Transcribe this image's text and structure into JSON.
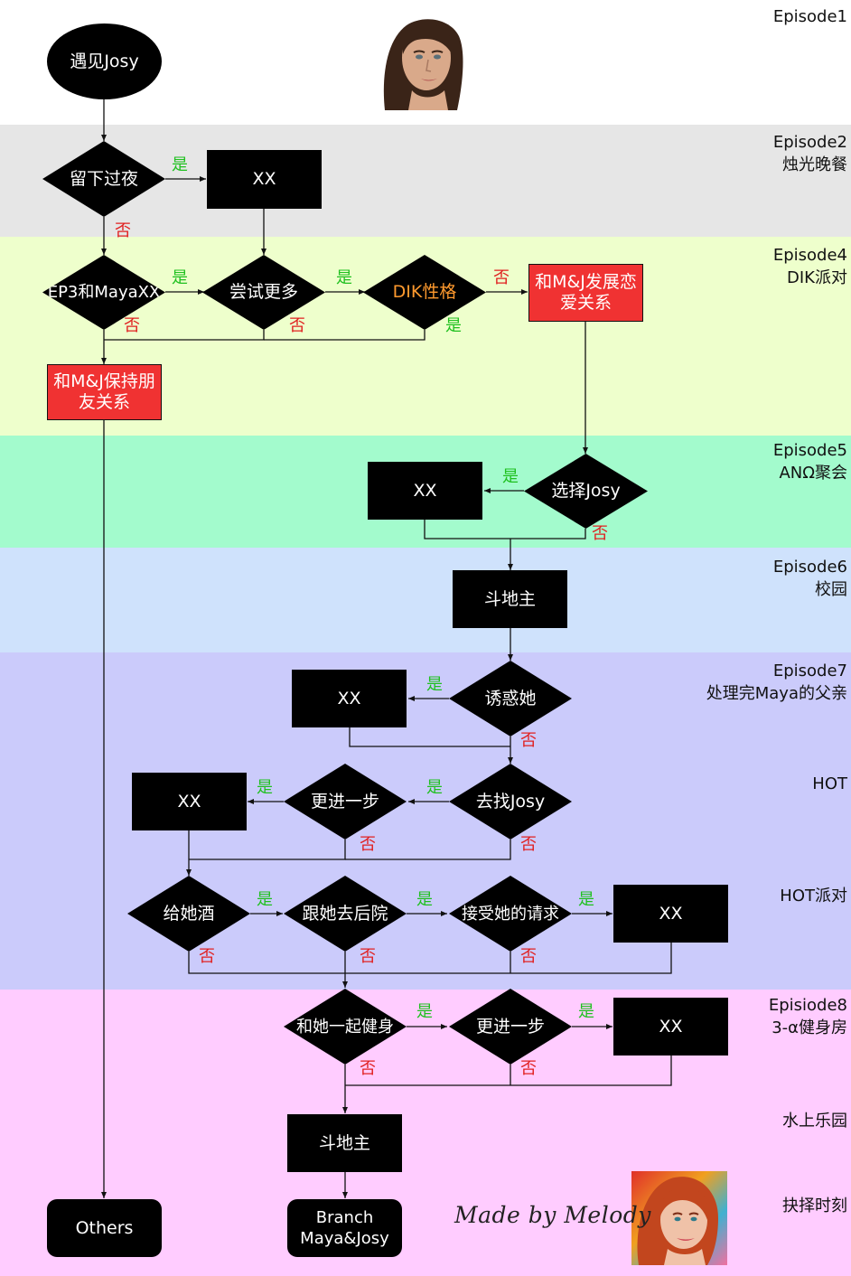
{
  "bands": [
    {
      "id": "ep1",
      "color": "#ffffff",
      "lines": [
        "Episode1"
      ]
    },
    {
      "id": "ep2",
      "color": "#e6e6e6",
      "lines": [
        "Episode2",
        "烛光晚餐"
      ]
    },
    {
      "id": "ep4",
      "color": "#eeffcc",
      "lines": [
        "Episode4",
        "DIK派对"
      ]
    },
    {
      "id": "ep5",
      "color": "#a3fbcd",
      "lines": [
        "Episode5",
        "ANΩ聚会"
      ]
    },
    {
      "id": "ep6",
      "color": "#cfe2fc",
      "lines": [
        "Episode6",
        "校园"
      ]
    },
    {
      "id": "ep7",
      "color": "#cbcbfb",
      "lines": [
        "Episode7",
        "处理完Maya的父亲"
      ]
    },
    {
      "id": "ep8",
      "color": "#ffccff",
      "lines": [
        "Episiode8",
        "3-α健身房"
      ]
    }
  ],
  "side_labels": [
    "HOT",
    "HOT派对",
    "水上乐园",
    "抉择时刻"
  ],
  "nodes": {
    "meet": "遇见Josy",
    "stay": "留下过夜",
    "xx1": "XX",
    "ep3": "EP3和MayaXX",
    "try": "尝试更多",
    "dik": "DIK性格",
    "rom": "和M&J发展恋爱关系",
    "friend": "和M&J保持朋友关系",
    "xx2": "XX",
    "choose": "选择Josy",
    "dou1": "斗地主",
    "xx3": "XX",
    "seduce": "诱惑她",
    "xx4": "XX",
    "further1": "更进一步",
    "find": "去找Josy",
    "drink": "给她酒",
    "backyard": "跟她去后院",
    "accept": "接受她的请求",
    "xx5": "XX",
    "gym": "和她一起健身",
    "further2": "更进一步",
    "xx6": "XX",
    "dou2": "斗地主",
    "others": "Others",
    "branch": "Branch Maya&Josy"
  },
  "yes_label": "是",
  "no_label": "否",
  "signature": "Made by Melody",
  "colors": {
    "node": "#000000",
    "highlight": "#f03232",
    "yes": "#1fc01f",
    "no": "#e02020",
    "dik_text": "#ff9a2e"
  }
}
